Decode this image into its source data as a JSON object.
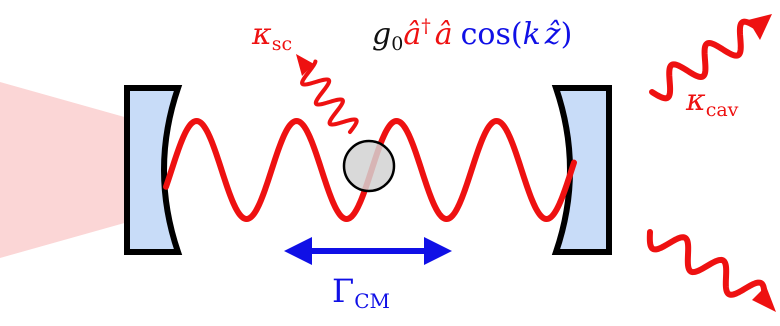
{
  "labels": {
    "kappa_sc": {
      "symbol": "κ",
      "subscript": "sc"
    },
    "coupling": {
      "g": "g",
      "g_sub": "0",
      "a_dag": "â",
      "dag": "†",
      "a": "â",
      "cos": "cos(",
      "k": "k",
      "z": "ẑ",
      "close": ")"
    },
    "kappa_cav": {
      "symbol": "κ",
      "subscript": "cav"
    },
    "gamma_cm": {
      "symbol": "Γ",
      "subscript": "CM"
    }
  },
  "colors": {
    "red": "#ee1111",
    "blue": "#1010e6",
    "mirror_fill": "#c8dcf8",
    "mirror_stroke": "#000000",
    "particle_fill": "#d2d2d2",
    "laser_fill": "#fbd6d6",
    "text_black": "#111111"
  }
}
